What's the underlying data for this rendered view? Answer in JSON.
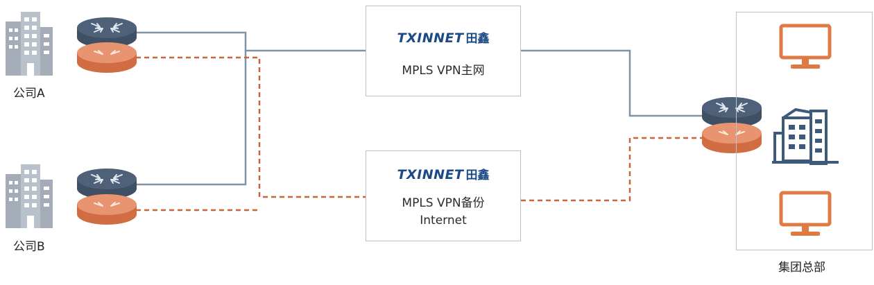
{
  "sites": {
    "company_a": "公司A",
    "company_b": "公司B",
    "headquarters": "集团总部"
  },
  "networks": {
    "primary": {
      "logo_brand": "TXINNET",
      "logo_cn": "田鑫",
      "title": "MPLS VPN主网"
    },
    "backup": {
      "logo_brand": "TXINNET",
      "logo_cn": "田鑫",
      "title_line1": "MPLS VPN备份",
      "title_line2": "Internet"
    }
  },
  "colors": {
    "primary_link": "#7f93a6",
    "backup_link": "#c8643a",
    "router_top": "#4f6178",
    "router_bottom": "#e38358",
    "building": "#a4adb7",
    "hq_building": "#3e5a7a",
    "monitor": "#e07a45",
    "brand": "#1b4a86"
  },
  "icons": {
    "building": "building-icon",
    "router": "router-icon",
    "monitor": "monitor-icon"
  }
}
